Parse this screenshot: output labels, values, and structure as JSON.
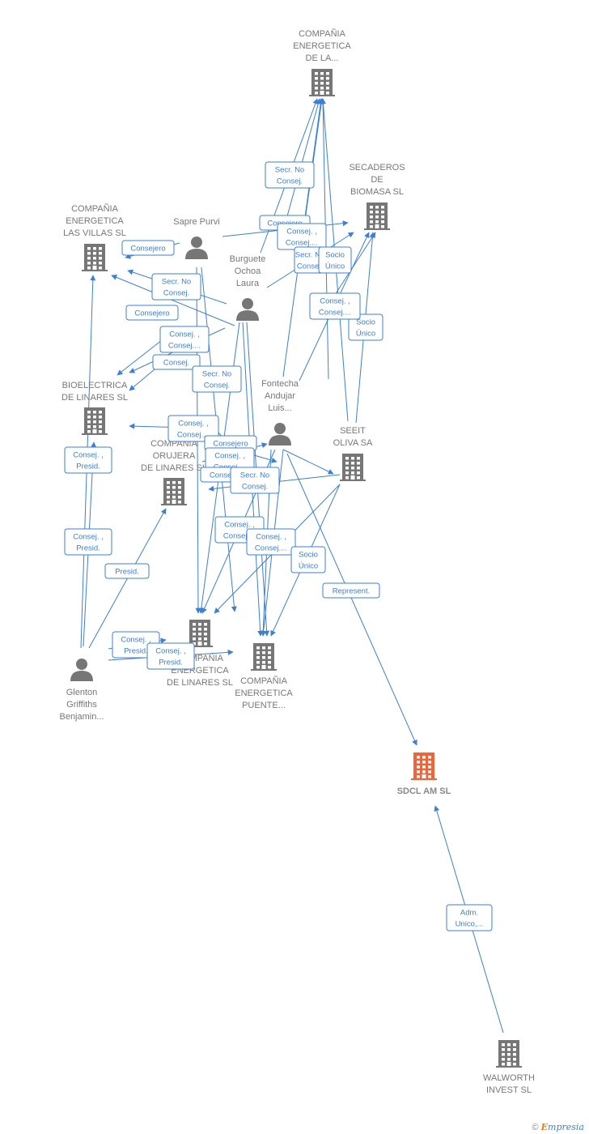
{
  "colors": {
    "edge": "#3b7fd6",
    "company": "#767676",
    "company_main": "#f0643c",
    "person": "#767676",
    "label": "#777777"
  },
  "companies": [
    {
      "id": "c1",
      "label": [
        "COMPAÑIA",
        "ENERGETICA",
        "DE LA..."
      ]
    },
    {
      "id": "c2",
      "label": [
        "SECADEROS",
        "DE",
        "BIOMASA SL"
      ]
    },
    {
      "id": "c3",
      "label": [
        "COMPAÑIA",
        "ENERGETICA",
        "LAS VILLAS SL"
      ]
    },
    {
      "id": "c4",
      "label": [
        "BIOELECTRICA",
        "DE LINARES SL"
      ]
    },
    {
      "id": "c5",
      "label": [
        "COMPAÑIA",
        "ORUJERA",
        "DE LINARES SL"
      ]
    },
    {
      "id": "c6",
      "label": [
        "SEEIT",
        "OLIVA SA"
      ]
    },
    {
      "id": "c7",
      "label": [
        "COMPAÑIA",
        "ENERGETICA",
        "DE LINARES SL"
      ]
    },
    {
      "id": "c8",
      "label": [
        "COMPAÑIA",
        "ENERGETICA",
        "PUENTE..."
      ]
    },
    {
      "id": "c9",
      "label": [
        "SDCL AM  SL"
      ],
      "main": true
    },
    {
      "id": "c10",
      "label": [
        "WALWORTH",
        "INVEST  SL"
      ]
    }
  ],
  "persons": [
    {
      "id": "p1",
      "label": [
        "Sapre Purvi"
      ]
    },
    {
      "id": "p2",
      "label": [
        "Burguete",
        "Ochoa",
        "Laura"
      ]
    },
    {
      "id": "p3",
      "label": [
        "Fontecha",
        "Andujar",
        "Luis..."
      ]
    },
    {
      "id": "p4",
      "label": [
        "Glenton",
        "Griffiths",
        "Benjamin..."
      ]
    }
  ],
  "relations": [
    {
      "id": "r1",
      "lines": [
        "Secr.  No",
        "Consej."
      ]
    },
    {
      "id": "r2",
      "lines": [
        "Consejero"
      ]
    },
    {
      "id": "r3",
      "lines": [
        "Consej. ,",
        "Consej...."
      ]
    },
    {
      "id": "r4",
      "lines": [
        "Secr.  No",
        "Consej."
      ]
    },
    {
      "id": "r5",
      "lines": [
        "Socio",
        "Único"
      ]
    },
    {
      "id": "r6",
      "lines": [
        "Consejero"
      ]
    },
    {
      "id": "r7",
      "lines": [
        "Secr.  No",
        "Consej."
      ]
    },
    {
      "id": "r8",
      "lines": [
        "Consejero"
      ]
    },
    {
      "id": "r9",
      "lines": [
        "Consej. ,",
        "Consej...."
      ]
    },
    {
      "id": "r10",
      "lines": [
        "Socio",
        "Único"
      ]
    },
    {
      "id": "r11",
      "lines": [
        "Consej. ,",
        "Consej...."
      ]
    },
    {
      "id": "r12",
      "lines": [
        "Consej."
      ]
    },
    {
      "id": "r13",
      "lines": [
        "Secr.  No",
        "Consej."
      ]
    },
    {
      "id": "r14",
      "lines": [
        "Consej. ,",
        "Presid."
      ]
    },
    {
      "id": "r15",
      "lines": [
        "Consej. ,",
        "Consej...."
      ]
    },
    {
      "id": "r16",
      "lines": [
        "Consejero"
      ]
    },
    {
      "id": "r17",
      "lines": [
        "Consej. ,",
        "Consej...."
      ]
    },
    {
      "id": "r18",
      "lines": [
        "Consej."
      ]
    },
    {
      "id": "r19",
      "lines": [
        "Secr.  No",
        "Consej."
      ]
    },
    {
      "id": "r20",
      "lines": [
        "Consej. ,",
        "Presid."
      ]
    },
    {
      "id": "r21",
      "lines": [
        "Consej. ,",
        "Consej...."
      ]
    },
    {
      "id": "r22",
      "lines": [
        "Consej. ,",
        "Consej...."
      ]
    },
    {
      "id": "r23",
      "lines": [
        "Socio",
        "Único"
      ]
    },
    {
      "id": "r24",
      "lines": [
        "Presid."
      ]
    },
    {
      "id": "r25",
      "lines": [
        "Represent."
      ]
    },
    {
      "id": "r26",
      "lines": [
        "Consej. ,",
        "Presid."
      ]
    },
    {
      "id": "r27",
      "lines": [
        "Consej. ,",
        "Presid."
      ]
    },
    {
      "id": "r28",
      "lines": [
        "Adm.",
        "Unico,..."
      ]
    }
  ],
  "footer": {
    "copyright": "©",
    "brand_first": "E",
    "brand_rest": "mpresia"
  }
}
